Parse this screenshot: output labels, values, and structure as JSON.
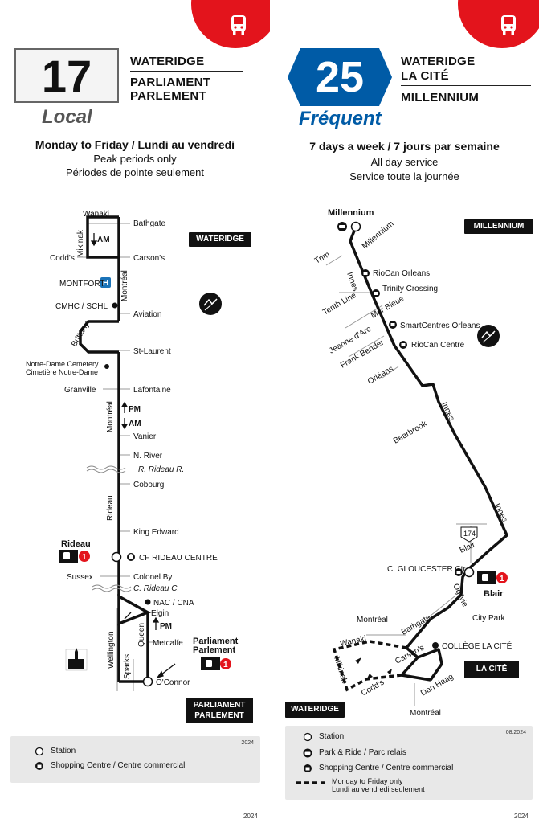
{
  "route17": {
    "number": "17",
    "type": "Local",
    "destinations": [
      "WATERIDGE",
      "PARLIAMENT",
      "PARLEMENT"
    ],
    "schedule_title": "Monday to Friday / Lundi au vendredi",
    "schedule_sub1": "Peak periods only",
    "schedule_sub2": "Périodes de pointe seulement",
    "tags": {
      "wateridge": "WATERIDGE",
      "parliament": "PARLIAMENT",
      "parlement": "PARLEMENT"
    },
    "labels": {
      "wanaki": "Wanaki",
      "bathgate": "Bathgate",
      "mikinak": "Mikinak",
      "am1": "AM",
      "codds": "Codd's",
      "carsons": "Carson's",
      "montfort": "MONTFORT",
      "hospital": "H",
      "montreal1": "Montréal",
      "cmhc": "CMHC / SCHL",
      "aviation": "Aviation",
      "brittany": "Brittany",
      "stlaurent": "St-Laurent",
      "cemetery1": "Notre-Dame Cemetery",
      "cemetery2": "Cimetière Notre-Dame",
      "granville": "Granville",
      "lafontaine": "Lafontaine",
      "pm1": "PM",
      "am2": "AM",
      "montreal2": "Montréal",
      "vanier": "Vanier",
      "nriver": "N. River",
      "rrideau": "R. Rideau R.",
      "cobourg": "Cobourg",
      "rideau_st": "Rideau",
      "kingedward": "King Edward",
      "rideau_station": "Rideau",
      "line1": "1",
      "cfrideau": "CF RIDEAU CENTRE",
      "sussex": "Sussex",
      "colonelby": "Colonel By",
      "crideau": "C. Rideau C.",
      "nac": "NAC / CNA",
      "elgin": "Elgin",
      "pm2": "PM",
      "wellington": "Wellington",
      "queen": "Queen",
      "metcalfe": "Metcalfe",
      "sparks": "Sparks",
      "parliament_station1": "Parliament",
      "parliament_station2": "Parlement",
      "line1b": "1",
      "oconnor": "O'Connor"
    },
    "legend": {
      "year": "2024",
      "station": "Station",
      "shopping": "Shopping Centre / Centre commercial"
    },
    "footer_year": "2024"
  },
  "route25": {
    "number": "25",
    "type": "Fréquent",
    "destinations": [
      "WATERIDGE",
      "LA CITÉ",
      "MILLENNIUM"
    ],
    "schedule_title": "7 days a week / 7 jours par semaine",
    "schedule_sub1": "All day service",
    "schedule_sub2": "Service toute la journée",
    "tags": {
      "millennium": "MILLENNIUM",
      "lacite": "LA CITÉ",
      "wateridge": "WATERIDGE"
    },
    "labels": {
      "millennium_stop": "Millennium",
      "trim": "Trim",
      "millennium_rd": "Millennium",
      "innes1": "Innes",
      "riocan_orleans": "RioCan Orleans",
      "trinity": "Trinity Crossing",
      "tenthline": "Tenth Line",
      "merbleue": "Mer Bleue",
      "smartcentres": "SmartCentres Orleans",
      "jeannedarc": "Jeanne d'Arc",
      "frankbender": "Frank Bender",
      "riocan_centre": "RioCan Centre",
      "orleans": "Orléans",
      "innes2": "Innes",
      "bearbrook": "Bearbrook",
      "innes3": "Innes",
      "hwy174": "174",
      "blair_rd": "Blair",
      "cgloucester": "C. GLOUCESTER Ctr.",
      "line1": "1",
      "blair_station": "Blair",
      "ogilvie": "Ogilvie",
      "montreal1": "Montréal",
      "bathgate": "Bathgate",
      "citypark": "City Park",
      "wanaki": "Wanaki",
      "college": "COLLÈGE LA CITÉ",
      "carsons": "Carson's",
      "mikinak": "Mikinak",
      "codds": "Codd's",
      "denhaag": "Den Haag",
      "montreal2": "Montréal"
    },
    "legend": {
      "year": "08.2024",
      "station": "Station",
      "parkride": "Park & Ride / Parc relais",
      "shopping": "Shopping Centre / Centre commercial",
      "weekday1": "Monday to Friday only",
      "weekday2": "Lundi au vendredi seulement"
    },
    "footer_year": "2024"
  },
  "colors": {
    "red": "#e3141c",
    "blue": "#005ba6",
    "dark": "#111111",
    "legend_bg": "#e8e8e8"
  }
}
